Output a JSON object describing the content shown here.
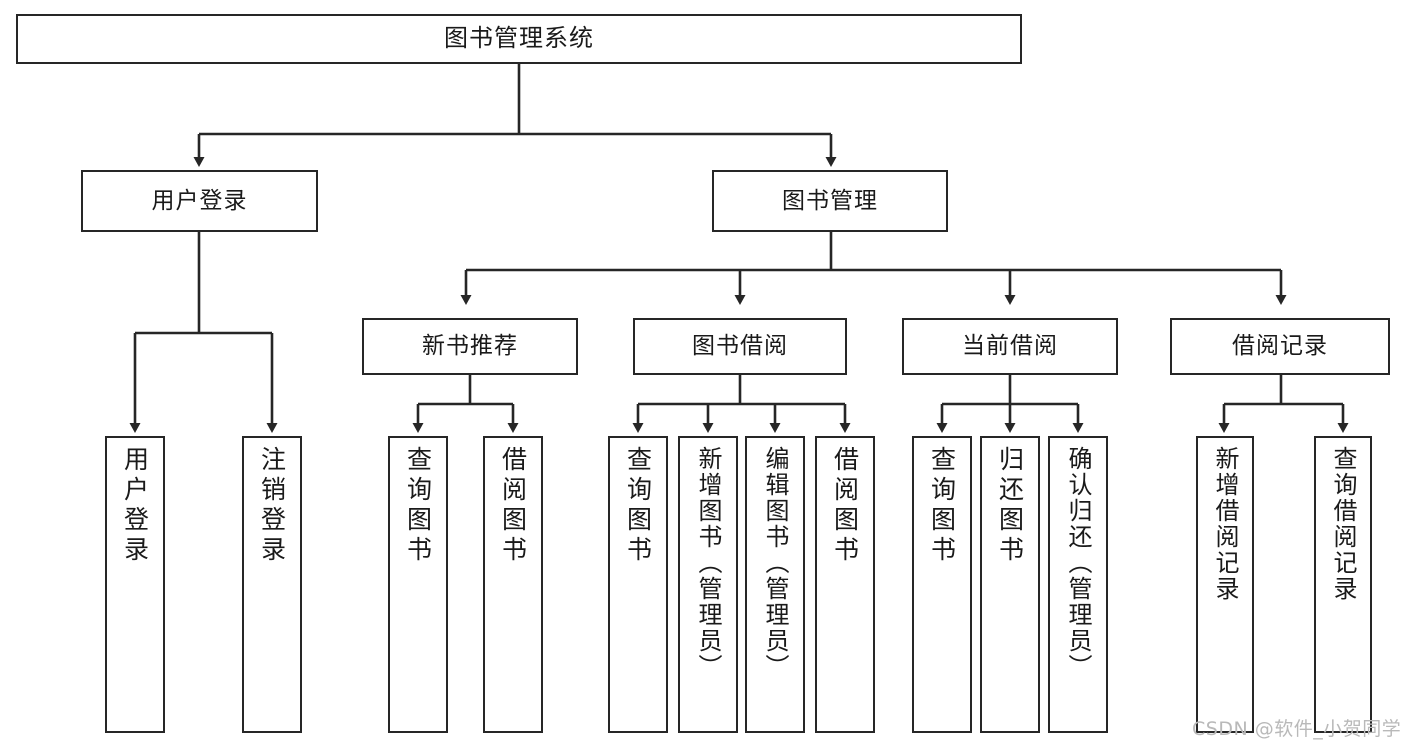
{
  "diagram": {
    "title": "图书管理系统",
    "type": "tree-hierarchy-chart",
    "root": {
      "label": "图书管理系统"
    },
    "level2": [
      {
        "label": "用户登录"
      },
      {
        "label": "图书管理"
      }
    ],
    "level3": [
      {
        "label": "新书推荐"
      },
      {
        "label": "图书借阅"
      },
      {
        "label": "当前借阅"
      },
      {
        "label": "借阅记录"
      }
    ],
    "leaves": {
      "user_login": [
        {
          "label": "用户登录"
        },
        {
          "label": "注销登录"
        }
      ],
      "new_book_recommend": [
        {
          "label": "查询图书"
        },
        {
          "label": "借阅图书"
        }
      ],
      "book_borrow": [
        {
          "label": "查询图书"
        },
        {
          "label": "新增图书（管理员）"
        },
        {
          "label": "编辑图书（管理员）"
        },
        {
          "label": "借阅图书"
        }
      ],
      "current_borrow": [
        {
          "label": "查询图书"
        },
        {
          "label": "归还图书"
        },
        {
          "label": "确认归还（管理员）"
        }
      ],
      "borrow_record": [
        {
          "label": "新增借阅记录"
        },
        {
          "label": "查询借阅记录"
        }
      ]
    }
  },
  "watermark": {
    "text": "CSDN @软件_小贺同学"
  },
  "colors": {
    "stroke": "#262626",
    "box_fill": "#ffffff",
    "text": "#1a1a1a",
    "watermark": "#b9b9b9"
  }
}
